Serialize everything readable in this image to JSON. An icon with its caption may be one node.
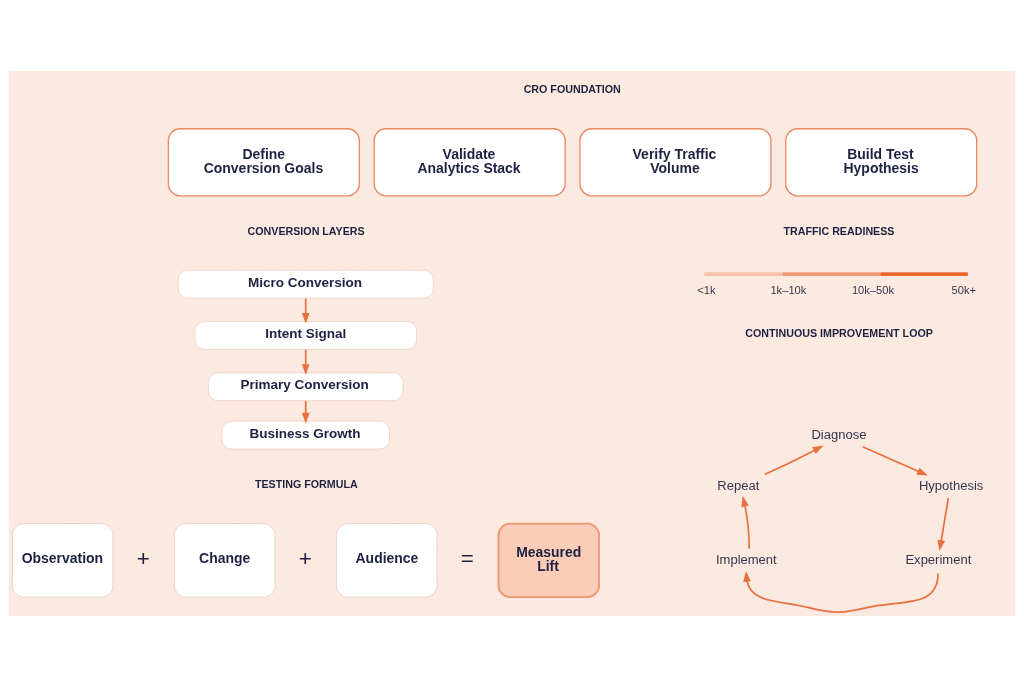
{
  "diagram": {
    "nodes": [
      {
        "text": [
          "Define Conversion Goals"
        ]
      },
      {
        "text": [
          "Validate Analytics Stack"
        ]
      },
      {
        "text": [
          "Verify Traffic Volume"
        ]
      },
      {
        "text": [
          "Build Test Hypothesis"
        ]
      },
      {
        "text": [
          "Micro Conversion"
        ]
      },
      {
        "text": [
          "Intent Signal"
        ]
      },
      {
        "text": [
          "Primary Conversion"
        ]
      },
      {
        "text": [
          "Business Growth"
        ]
      },
      {
        "text": [
          "Diagnose"
        ]
      },
      {
        "text": [
          "Hypothesis"
        ]
      },
      {
        "text": [
          "Experiment"
        ]
      },
      {
        "text": [
          "Implement"
        ]
      },
      {
        "text": [
          "Repeat"
        ]
      },
      {
        "text": [
          "Observation"
        ]
      },
      {
        "text": [
          "Change"
        ]
      },
      {
        "text": [
          "Audience"
        ]
      },
      {
        "text": [
          "Measured Lift"
        ]
      }
    ],
    "edges": [
      {
        "from": 4,
        "to": 5,
        "arrow": "to"
      },
      {
        "from": 5,
        "to": 6,
        "arrow": "to"
      },
      {
        "from": 6,
        "to": 7,
        "arrow": "to"
      },
      {
        "from": 8,
        "to": 9,
        "arrow": "to"
      },
      {
        "from": 9,
        "to": 10,
        "arrow": "to"
      },
      {
        "from": 10,
        "to": 11,
        "arrow": "to"
      },
      {
        "from": 11,
        "to": 12,
        "arrow": "to"
      },
      {
        "from": 12,
        "to": 8,
        "arrow": "to"
      }
    ],
    "labels": [
      "CRO FOUNDATION",
      "CONVERSION LAYERS",
      "TRAFFIC READINESS",
      "<1k",
      "1k–10k",
      "10k–50k",
      "50k+",
      "CONTINUOUS IMPROVEMENT LOOP",
      "TESTING FORMULA",
      "+",
      "+",
      "="
    ]
  }
}
